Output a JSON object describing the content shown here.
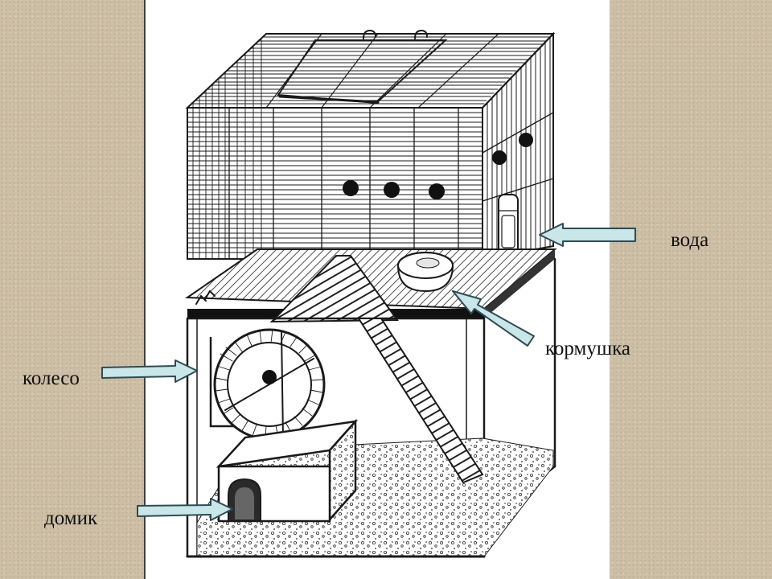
{
  "labels": {
    "water": "вода",
    "feeder": "кормушка",
    "wheel": "колесо",
    "house": "домик"
  },
  "colors": {
    "background": "#cdbfa6",
    "panel": "#ffffff",
    "ink": "#111111",
    "arrow_fill": "#c9e6e8",
    "arrow_stroke": "#2f4b54"
  }
}
